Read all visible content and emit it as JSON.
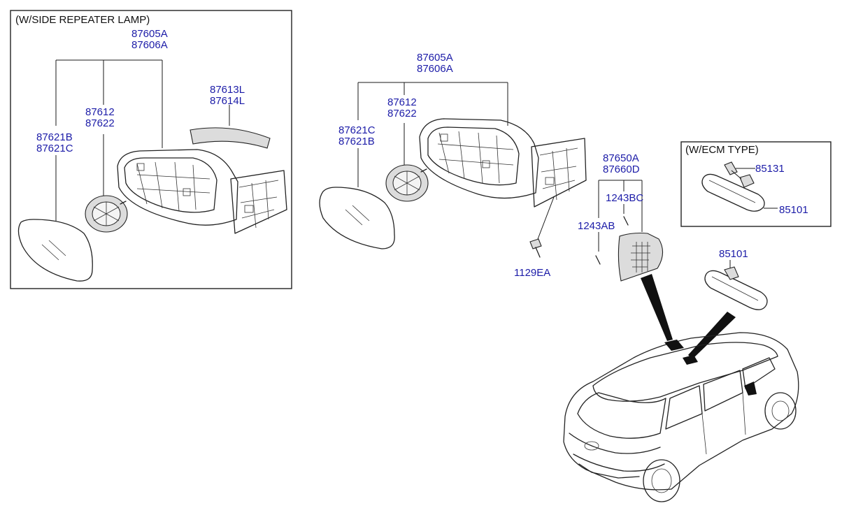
{
  "boxes": {
    "repeater_header": "(W/SIDE REPEATER LAMP)",
    "ecm_header": "(W/ECM TYPE)"
  },
  "left_group": {
    "assembly": [
      "87605A",
      "87606A"
    ],
    "repeater_lamp": [
      "87613L",
      "87614L"
    ],
    "actuator": [
      "87612",
      "87622"
    ],
    "mirror_glass": [
      "87621B",
      "87621C"
    ]
  },
  "center_group": {
    "assembly": [
      "87605A",
      "87606A"
    ],
    "actuator": [
      "87612",
      "87622"
    ],
    "mirror_glass": [
      "87621C",
      "87621B"
    ],
    "bolt": "1129EA"
  },
  "cover_group": {
    "cover": [
      "87650A",
      "87660D"
    ],
    "screw_upper": "1243BC",
    "screw_lower": "1243AB"
  },
  "ecm_group": {
    "connector": "85131",
    "inside_mirror": "85101"
  },
  "inside_mirror_label": "85101",
  "colors": {
    "part_number": "#1c1ca8",
    "line_art": "#222222"
  }
}
